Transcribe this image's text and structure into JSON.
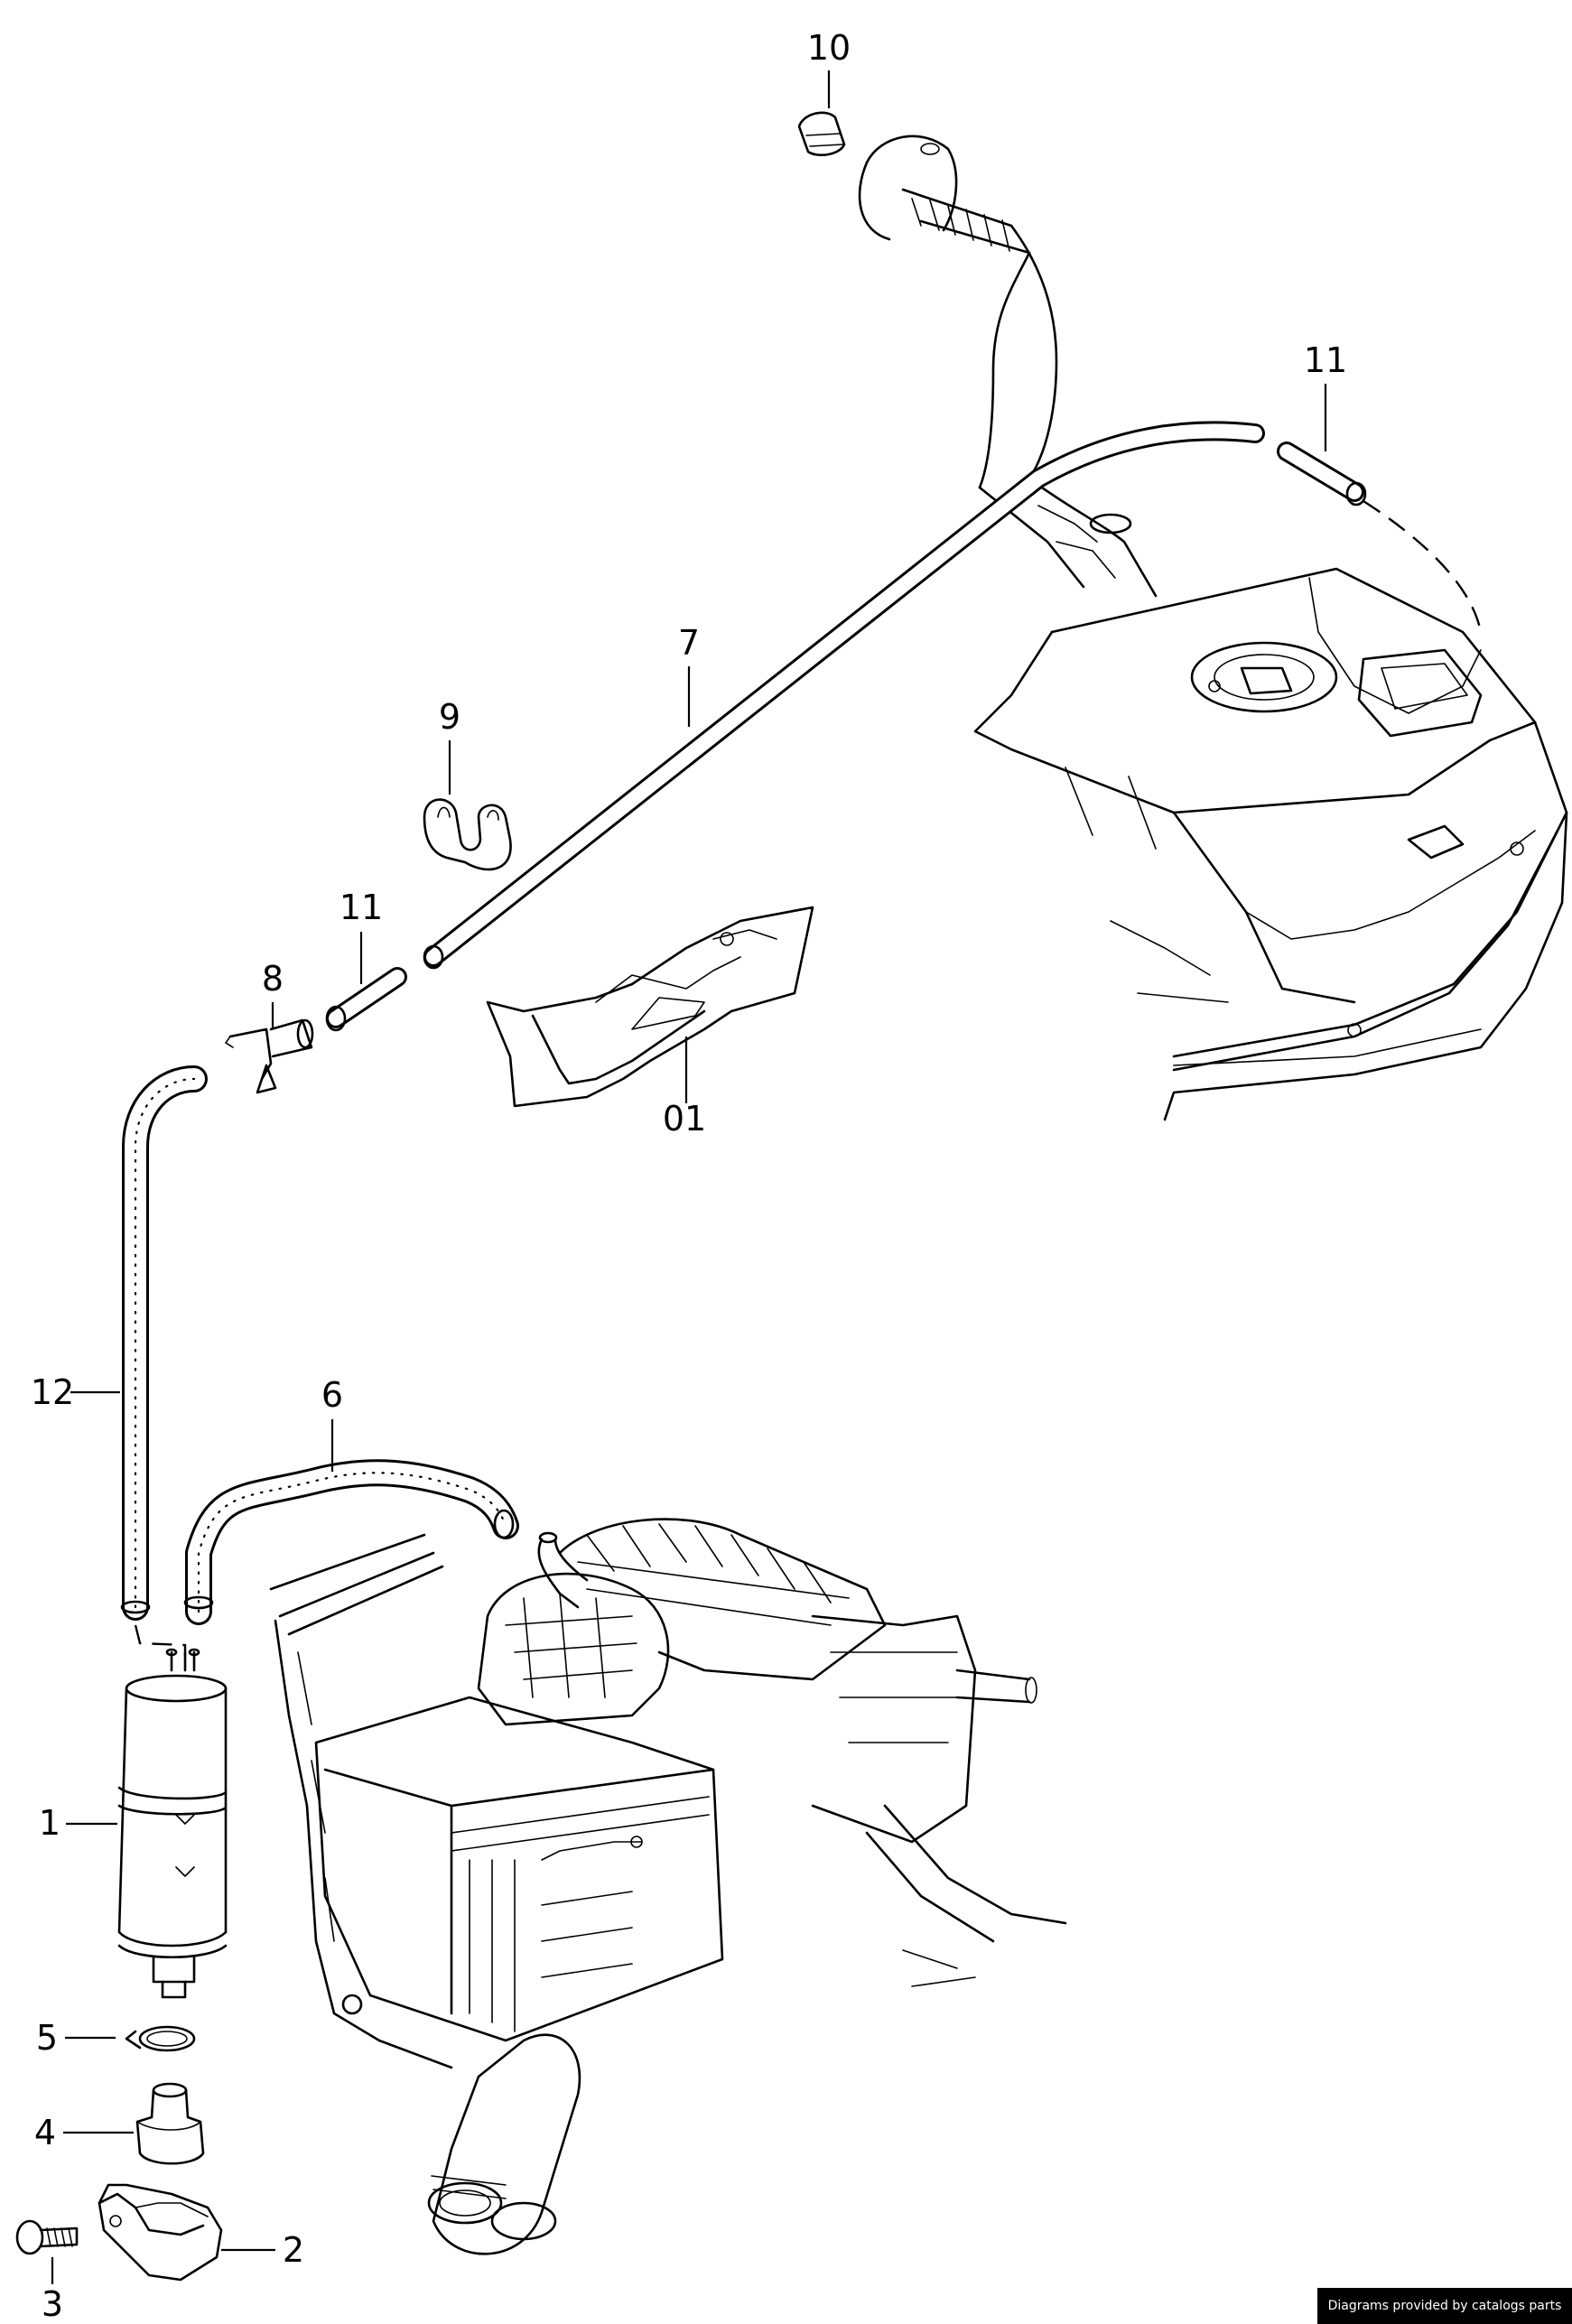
{
  "diagram": {
    "labels": {
      "part_10": "10",
      "part_11_top": "11",
      "part_7": "7",
      "part_9": "9",
      "part_11_mid": "11",
      "part_8": "8",
      "part_01": "01",
      "part_12": "12",
      "part_6": "6",
      "part_1": "1",
      "part_5": "5",
      "part_4": "4",
      "part_2": "2",
      "part_3": "3"
    }
  },
  "footer": {
    "credit": "Diagrams provided by catalogs parts"
  }
}
